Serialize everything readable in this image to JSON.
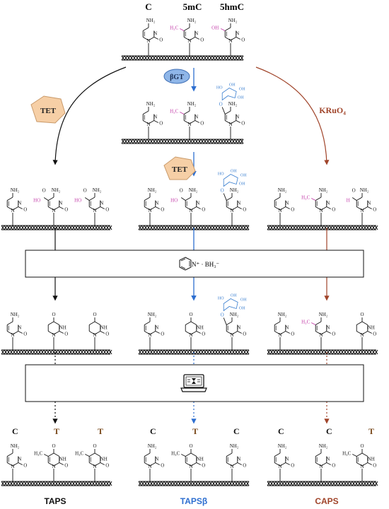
{
  "colors": {
    "black": "#111111",
    "blue": "#2e6fd0",
    "brown": "#a0442a",
    "magenta": "#c23aa8",
    "sugar_blue": "#3a7fd0",
    "tet_fill": "#f6cfa6",
    "tet_stroke": "#c99a6a",
    "bgt_fill": "#8fb6e8",
    "bgt_stroke": "#3f6fb5",
    "T_color": "#7a4a1c"
  },
  "top_labels": {
    "c": "C",
    "mc": "5mC",
    "hmc": "5hmC"
  },
  "enzymes": {
    "tet_left": "TET",
    "tet_center": "TET",
    "bgt": "βGT",
    "kruo4": "KRuO₄"
  },
  "chem": {
    "nh2": "NH₂",
    "n": "N",
    "o": "O",
    "nh": "NH",
    "ho": "HO",
    "oh": "OH",
    "h": "H",
    "ch3": "H₃C",
    "ch3_black": "H₃C"
  },
  "reagent": {
    "box": "pyridine-borane",
    "text": "N⁺ · BH₃⁻"
  },
  "sequencing": {
    "box": "sequencing-laptop"
  },
  "readout": {
    "taps": [
      "C",
      "T",
      "T"
    ],
    "tapsb": [
      "C",
      "T",
      "C"
    ],
    "caps": [
      "C",
      "C",
      "T"
    ]
  },
  "methods": {
    "taps": "TAPS",
    "tapsb": "TAPSβ",
    "caps": "CAPS"
  }
}
